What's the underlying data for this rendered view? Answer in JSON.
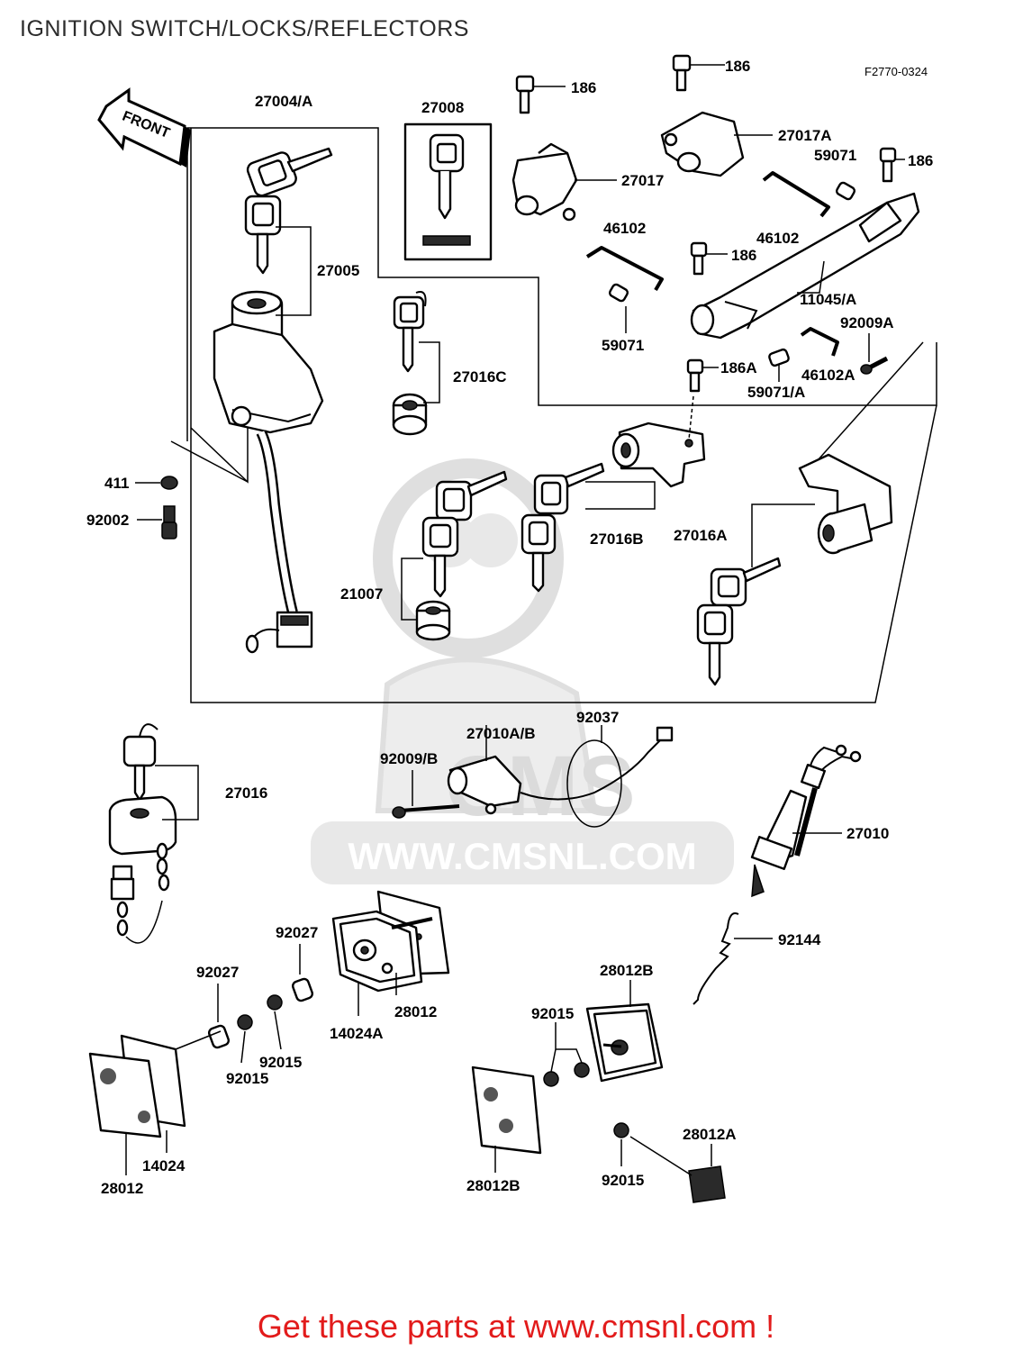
{
  "title": "IGNITION SWITCH/LOCKS/REFLECTORS",
  "figure_code": "F2770-0324",
  "front_label": "FRONT",
  "watermark": {
    "logo_text": "CMS",
    "url_text": "WWW.CMSNL.COM"
  },
  "footer": "Get these parts at www.cmsnl.com !",
  "colors": {
    "footer": "#e21b1b",
    "title": "#2c2c2c",
    "line": "#000000",
    "watermark": "#d8d8d8"
  },
  "labels": {
    "l27004A": "27004/A",
    "l27008": "27008",
    "l27005": "27005",
    "l27016C": "27016C",
    "l411": "411",
    "l92002": "92002",
    "l21007": "21007",
    "l27016B": "27016B",
    "l27016A": "27016A",
    "l186_1": "186",
    "l186_2": "186",
    "l186_3": "186",
    "l186_4": "186",
    "l186A": "186A",
    "l27017": "27017",
    "l27017A": "27017A",
    "l46102_1": "46102",
    "l46102_2": "46102",
    "l46102A": "46102A",
    "l59071_1": "59071",
    "l59071_2": "59071",
    "l59071A": "59071/A",
    "l11045A": "11045/A",
    "l92009A": "92009A",
    "l27016": "27016",
    "l92009B": "92009/B",
    "l27010AB": "27010A/B",
    "l92037": "92037",
    "l27010": "27010",
    "l92144": "92144",
    "l92027_1": "92027",
    "l92027_2": "92027",
    "l14024A": "14024A",
    "l28012_1": "28012",
    "l92015_1": "92015",
    "l92015_2": "92015",
    "l92015_3": "92015",
    "l92015_4": "92015",
    "l14024": "14024",
    "l28012_2": "28012",
    "l28012B_1": "28012B",
    "l28012B_2": "28012B",
    "l28012A": "28012A"
  }
}
